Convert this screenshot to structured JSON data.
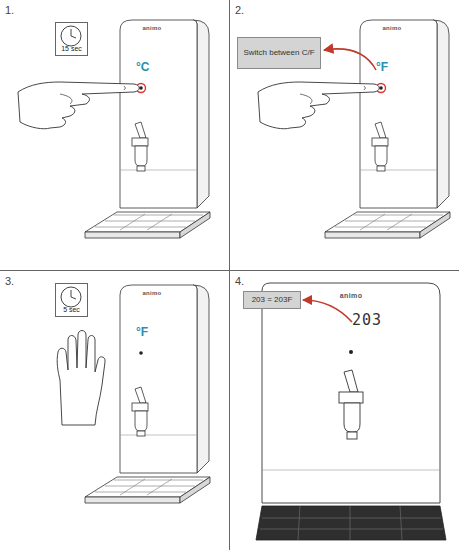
{
  "diagram": {
    "nodes": [
      {
        "text": [
          "15 sec"
        ]
      },
      {
        "text": [
          "Switch between C/F"
        ]
      },
      {
        "text": [
          "5 sec"
        ]
      },
      {
        "text": [
          "203 = 203F"
        ]
      }
    ],
    "labels": [
      "1.",
      "animo",
      "°C",
      "2.",
      "animo",
      "°F",
      "3.",
      "animo",
      "°F",
      "4.",
      "animo",
      "203"
    ]
  }
}
